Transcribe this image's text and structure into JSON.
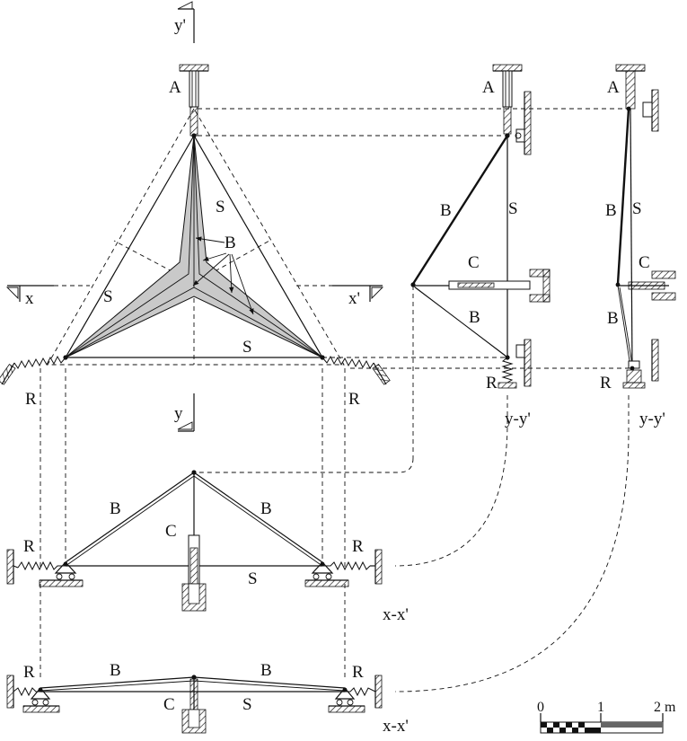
{
  "labels": {
    "A": "A",
    "B": "B",
    "C": "C",
    "S": "S",
    "R": "R"
  },
  "section_marks": {
    "y_prime": "y'",
    "y": "y",
    "x": "x",
    "x_prime": "x'"
  },
  "view_titles": {
    "yy_section_1": "y-y'",
    "yy_section_2": "y-y'",
    "xx_elevation_1": "x-x'",
    "xx_elevation_2": "x-x'"
  },
  "scale_bar": {
    "tick_0": "0",
    "tick_1": "1",
    "tick_2": "2 m"
  }
}
